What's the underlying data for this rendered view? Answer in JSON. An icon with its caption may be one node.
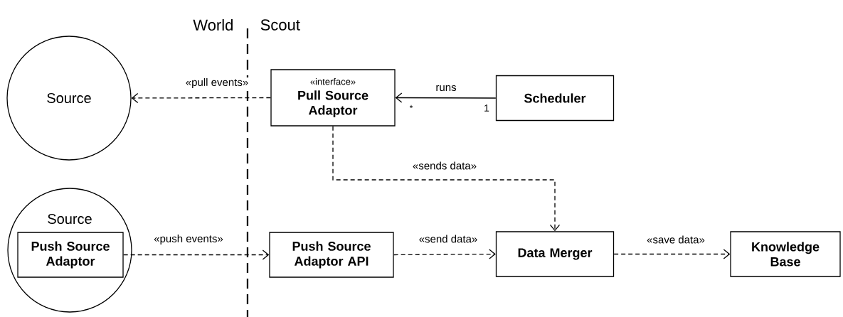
{
  "diagram": {
    "nodes": [
      {
        "text": [
          "Source"
        ]
      },
      {
        "text": [
          "«interface»",
          "Pull Source Adaptor"
        ]
      },
      {
        "text": [
          "Scheduler"
        ]
      },
      {
        "text": [
          "Source"
        ]
      },
      {
        "text": [
          "Push Source Adaptor"
        ],
        "in": 3
      },
      {
        "text": [
          "Push Source Adaptor API"
        ]
      },
      {
        "text": [
          "Data Merger"
        ]
      },
      {
        "text": [
          "Knowledge Base"
        ]
      }
    ],
    "edges": [
      {
        "from": 1,
        "to": 0,
        "arrow": "to",
        "label": "«pull events»",
        "style": "dashed"
      },
      {
        "from": 2,
        "to": 1,
        "arrow": "to",
        "label": "runs"
      },
      {
        "from": 1,
        "to": 6,
        "arrow": "to",
        "label": "«sends data»",
        "style": "dashed"
      },
      {
        "from": 4,
        "to": 5,
        "arrow": "to",
        "label": "«push events»",
        "style": "dashed"
      },
      {
        "from": 5,
        "to": 6,
        "arrow": "to",
        "label": "«send data»",
        "style": "dashed"
      },
      {
        "from": 6,
        "to": 7,
        "arrow": "to",
        "label": "«save data»",
        "style": "dashed"
      }
    ],
    "labels": [
      "World",
      "Scout",
      "*",
      "1"
    ]
  }
}
